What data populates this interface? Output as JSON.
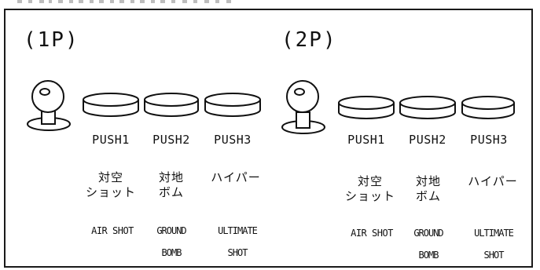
{
  "header_fragment": "",
  "players": [
    {
      "label": "(1P)",
      "buttons": [
        {
          "push": "PUSH1",
          "jp": [
            "対空",
            "ショット"
          ],
          "en": [
            "AIR  SHOT"
          ]
        },
        {
          "push": "PUSH2",
          "jp": [
            "対地",
            "ボム"
          ],
          "en": [
            "GROUND",
            "BOMB"
          ]
        },
        {
          "push": "PUSH3",
          "jp": [
            "ハイパー"
          ],
          "en": [
            "ULTIMATE",
            "SHOT"
          ]
        }
      ]
    },
    {
      "label": "(2P)",
      "buttons": [
        {
          "push": "PUSH1",
          "jp": [
            "対空",
            "ショット"
          ],
          "en": [
            "AIR  SHOT"
          ]
        },
        {
          "push": "PUSH2",
          "jp": [
            "対地",
            "ボム"
          ],
          "en": [
            "GROUND",
            "BOMB"
          ]
        },
        {
          "push": "PUSH3",
          "jp": [
            "ハイパー"
          ],
          "en": [
            "ULTIMATE",
            "SHOT"
          ]
        }
      ]
    }
  ]
}
